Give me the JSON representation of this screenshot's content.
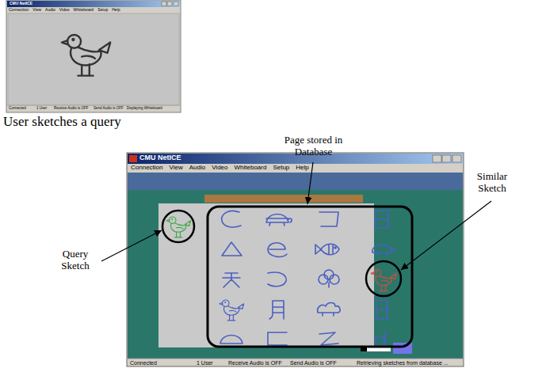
{
  "diagram": {
    "nodes": [
      {
        "text": [
          "CMU NetICE",
          "Connection",
          "View",
          "Audio",
          "Video",
          "Whiteboard",
          "Setup",
          "Help",
          "Connected",
          "1 User",
          "Receive Audio is OFF",
          "Send Audio is OFF",
          "Displaying Whiteboard"
        ]
      },
      {
        "text": [
          "CMU NetICE",
          "Connection",
          "View",
          "Audio",
          "Video",
          "Whiteboard",
          "Setup",
          "Help",
          "Connected",
          "1 User",
          "Receive Audio is OFF",
          "Send Audio is OFF",
          "Retrieving sketches from database ..."
        ]
      }
    ],
    "labels": [
      "User sketches a query",
      "Page stored in Database",
      "Similar Sketch",
      "Query Sketch"
    ]
  }
}
